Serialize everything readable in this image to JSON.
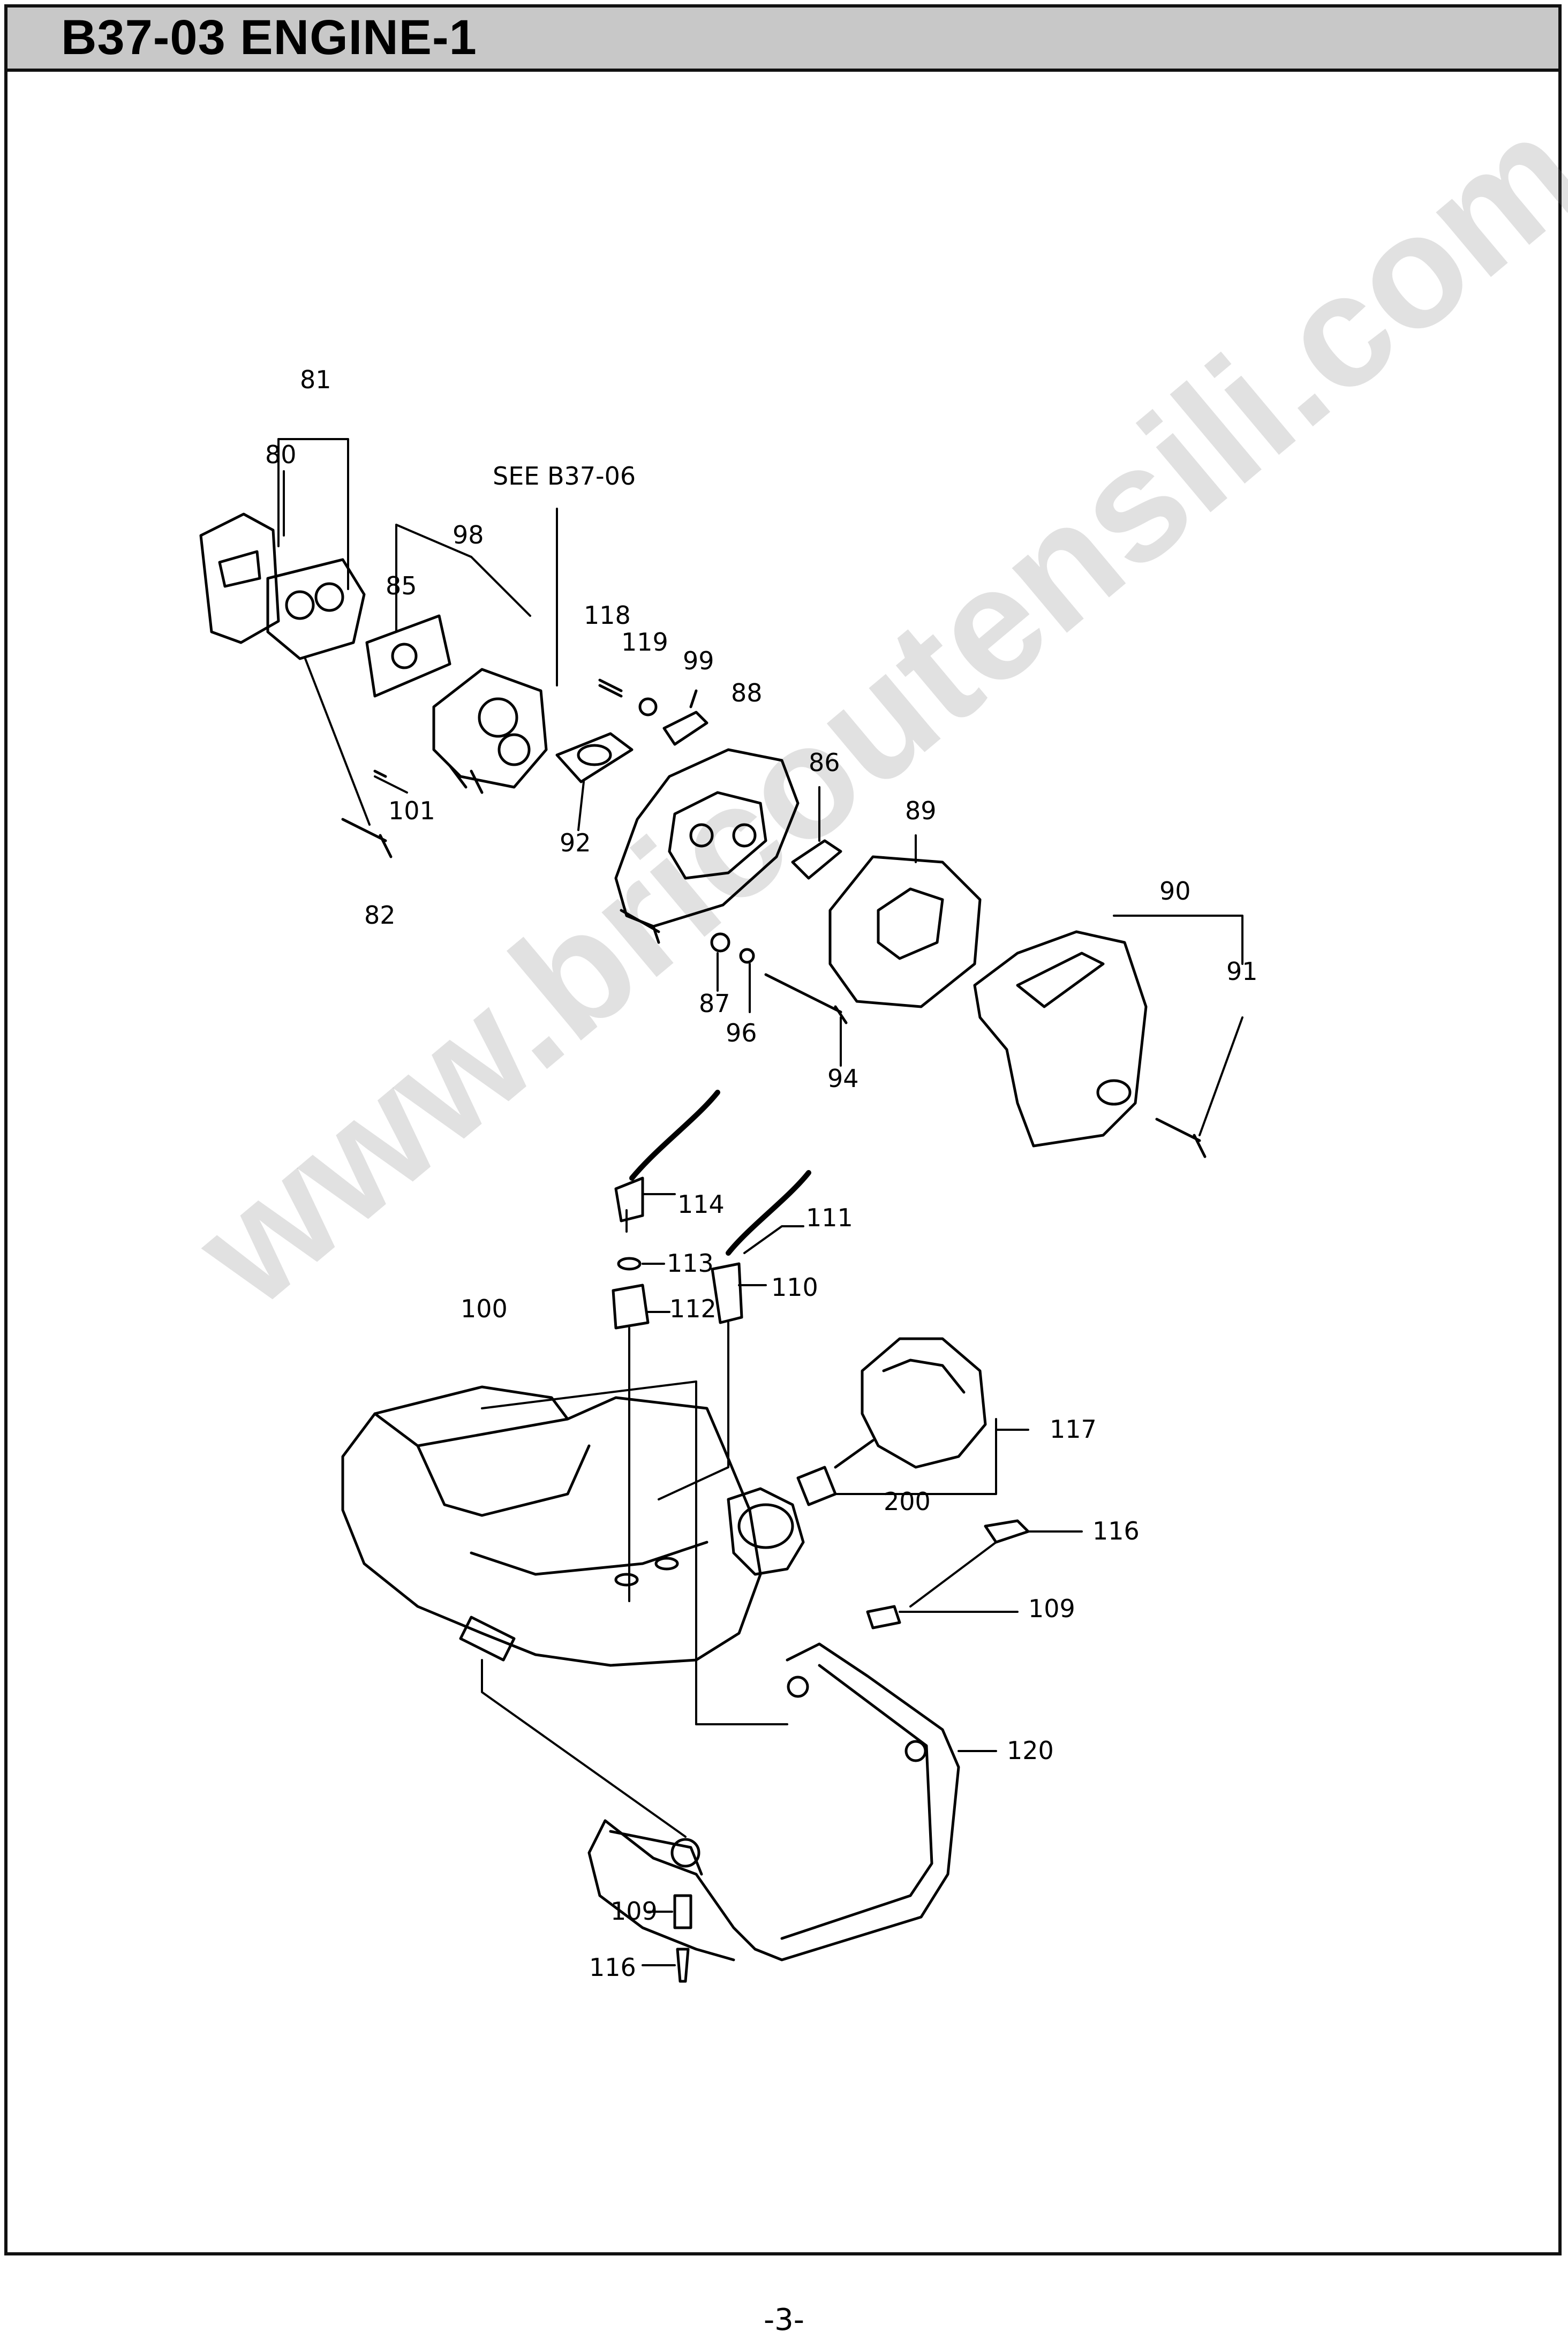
{
  "header": {
    "title": "B37-03 ENGINE-1"
  },
  "footer": {
    "page_number": "-3-"
  },
  "watermark": "www.bricoutensili.com",
  "diagram": {
    "reference_note": "SEE B37-06",
    "part_labels": {
      "p81": "81",
      "p80": "80",
      "p98": "98",
      "p85": "85",
      "p118a": "118",
      "p119": "119",
      "p99": "99",
      "p88": "88",
      "p86": "86",
      "p89": "89",
      "p101": "101",
      "p82": "82",
      "p92": "92",
      "p87": "87",
      "p96": "96",
      "p94": "94",
      "p90": "90",
      "p91": "91",
      "p114": "114",
      "p111": "111",
      "p113": "113",
      "p110": "110",
      "p112": "112",
      "p100": "100",
      "p117": "117",
      "p200": "200",
      "p116a": "116",
      "p109a": "109",
      "p120": "120",
      "p109b": "109",
      "p116b": "116"
    }
  }
}
